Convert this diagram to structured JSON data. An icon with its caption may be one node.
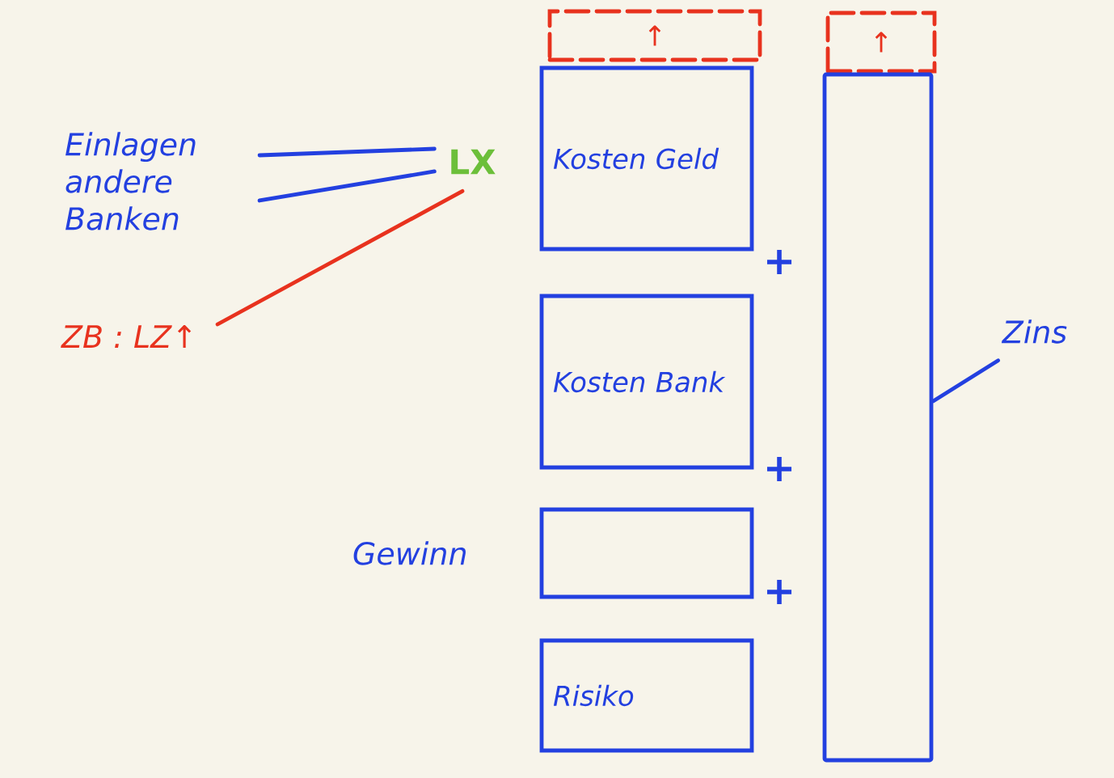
{
  "diagram": {
    "nodes": [
      {
        "text": [
          "Einlagen andere Banken"
        ]
      },
      {
        "text": [
          "LX"
        ]
      },
      {
        "text": [
          "ZB : LZ↑"
        ]
      },
      {
        "text": [
          "↑"
        ]
      },
      {
        "text": [
          "Kosten Geld"
        ]
      },
      {
        "text": [
          "Kosten Bank"
        ]
      },
      {
        "text": [],
        "shape": "box",
        "beside": [
          "Gewinn"
        ]
      },
      {
        "text": [
          "Risiko"
        ]
      },
      {
        "text": [
          "↑"
        ]
      },
      {
        "text": [],
        "shape": "bar"
      },
      {
        "text": [
          "Zins"
        ]
      }
    ],
    "edges": [
      {
        "from": 0,
        "to": 1,
        "arrow": "none"
      },
      {
        "from": 0,
        "to": 1,
        "arrow": "none"
      },
      {
        "from": 2,
        "to": 1,
        "arrow": "none",
        "color": "#e8321e"
      },
      {
        "from": 10,
        "to": 9,
        "arrow": "none"
      }
    ],
    "labels": [
      "+",
      "+",
      "+"
    ]
  }
}
